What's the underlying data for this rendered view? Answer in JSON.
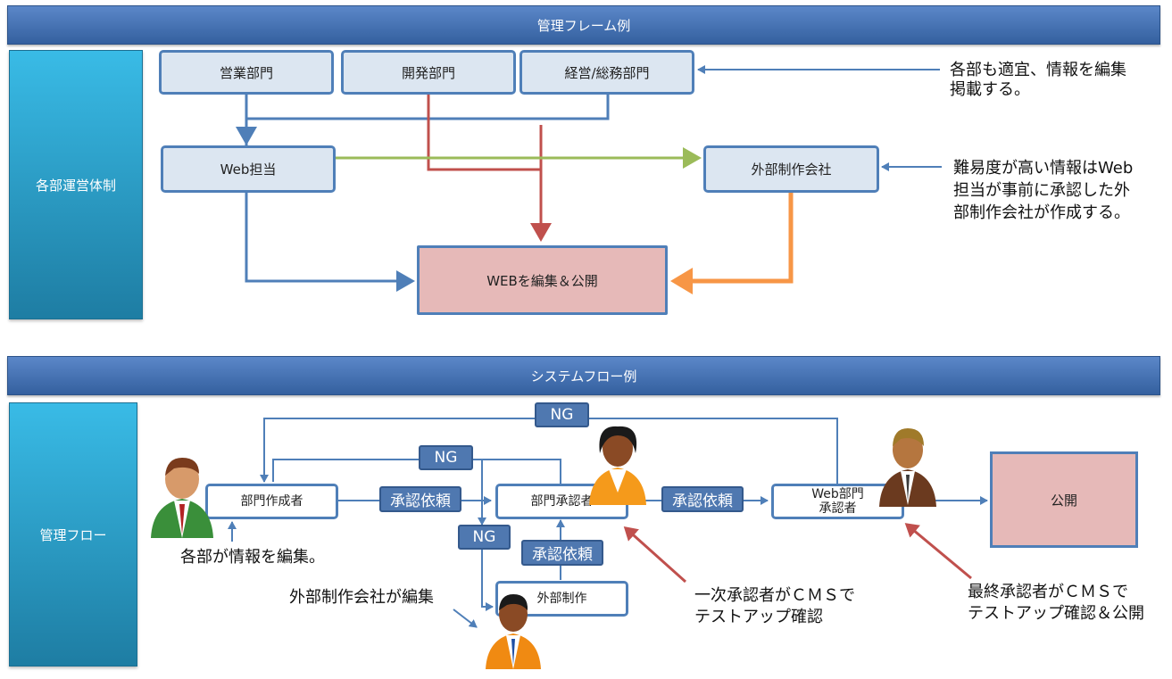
{
  "top": {
    "banner": "管理フレーム例",
    "side_label": "各部運営体制",
    "departments": [
      "営業部門",
      "開発部門",
      "経営/総務部門"
    ],
    "web_staff": "Web担当",
    "external": "外部制作会社",
    "publish": "WEBを編集＆公開",
    "note1": [
      "各部も適宜、情報を編集",
      "掲載する。"
    ],
    "note2": [
      "難易度が高い情報はWeb",
      "担当が事前に承認した外",
      "部制作会社が作成する。"
    ]
  },
  "bottom": {
    "banner": "システムフロー例",
    "side_label": "管理フロー",
    "creator": "部門作成者",
    "approver": "部門承認者",
    "web_approver": [
      "Web部門",
      "承認者"
    ],
    "external_work": "外部制作",
    "publish": "公開",
    "ng": "NG",
    "approval_request": "承認依頼",
    "note_dept": "各部が情報を編集。",
    "note_external": "外部制作会社が編集",
    "note_first": [
      "一次承認者がＣＭＳで",
      "テストアップ確認"
    ],
    "note_final": [
      "最終承認者がＣＭＳで",
      "テストアップ確認＆公開"
    ]
  },
  "colors": {
    "banner": "#3d6aad",
    "side": "#2aa2cf",
    "box_fill": "#dce6f1",
    "box_border": "#4f7fb8",
    "publish_fill": "#e6b9b8",
    "red_line": "#c0504d",
    "green_line": "#9bbb59",
    "orange_line": "#f79646"
  }
}
